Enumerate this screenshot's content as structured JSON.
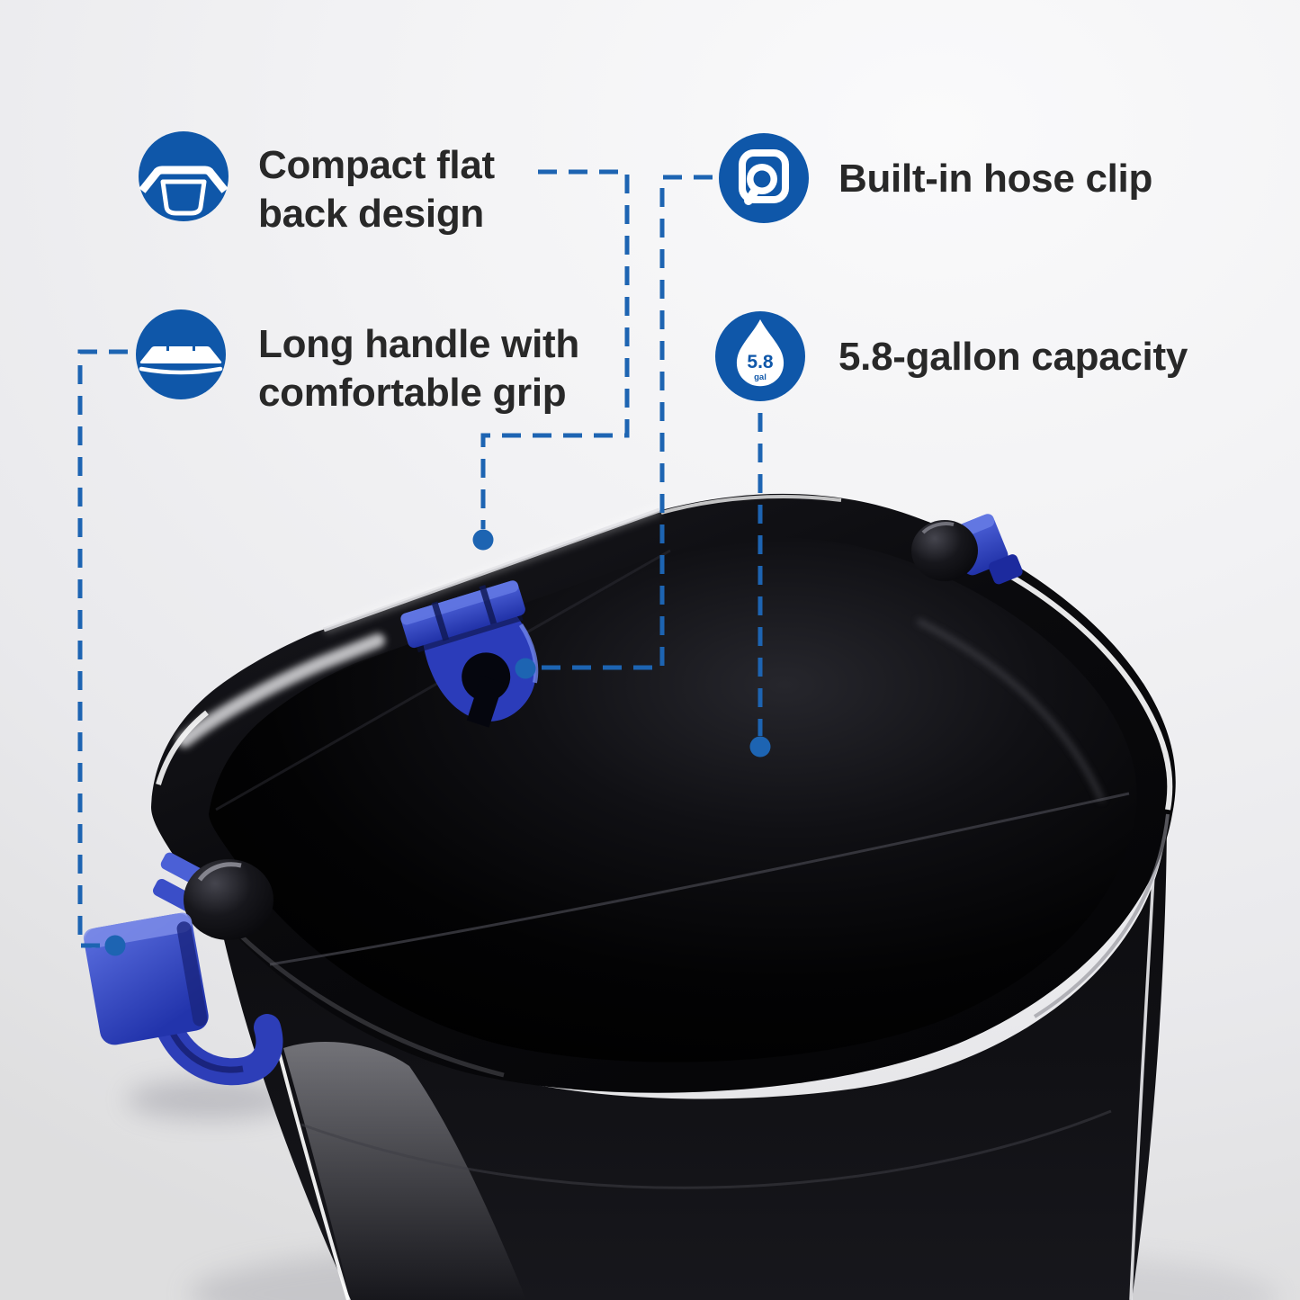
{
  "palette": {
    "accent_blue": "#0f57a9",
    "connector_blue": "#1d64b2",
    "text_dark": "#282828",
    "clip_blue": "#3b52cc",
    "bucket_black": "#0a0a0d",
    "background_gray": "#f0f0f3"
  },
  "callouts": [
    {
      "id": "flat-back",
      "icon": "flat-back-bucket-icon",
      "lines": [
        "Compact flat",
        "back design"
      ]
    },
    {
      "id": "hose-clip",
      "icon": "hose-clip-icon",
      "lines": [
        "Built-in hose clip"
      ]
    },
    {
      "id": "long-handle",
      "icon": "handle-grip-icon",
      "lines": [
        "Long handle with",
        "comfortable grip"
      ]
    },
    {
      "id": "capacity",
      "icon": "water-drop-icon",
      "lines": [
        "5.8-gallon capacity"
      ],
      "badge": {
        "value": "5.8",
        "unit": "gal"
      }
    }
  ]
}
